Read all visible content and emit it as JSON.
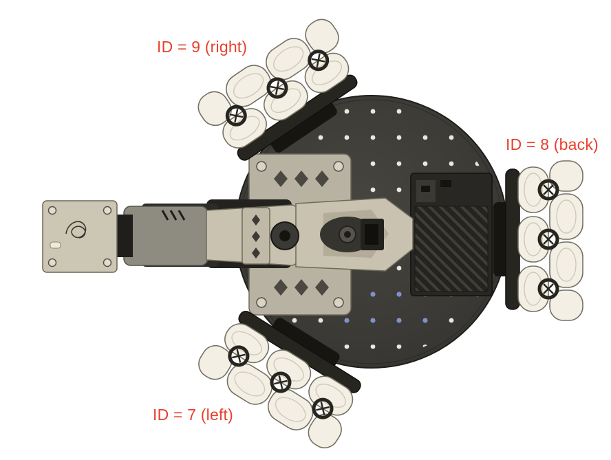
{
  "figure": {
    "labels": {
      "wheel_right": {
        "text": "ID = 9 (right)"
      },
      "wheel_back": {
        "text": "ID = 8 (back)"
      },
      "wheel_left": {
        "text": "ID = 7 (left)"
      }
    },
    "colors": {
      "annotation": "#e8402d",
      "background": "#ffffff",
      "base_plate": "#3a3935",
      "arm_body": "#c9c2b0",
      "wheel_roller": "#f3efe4"
    }
  }
}
